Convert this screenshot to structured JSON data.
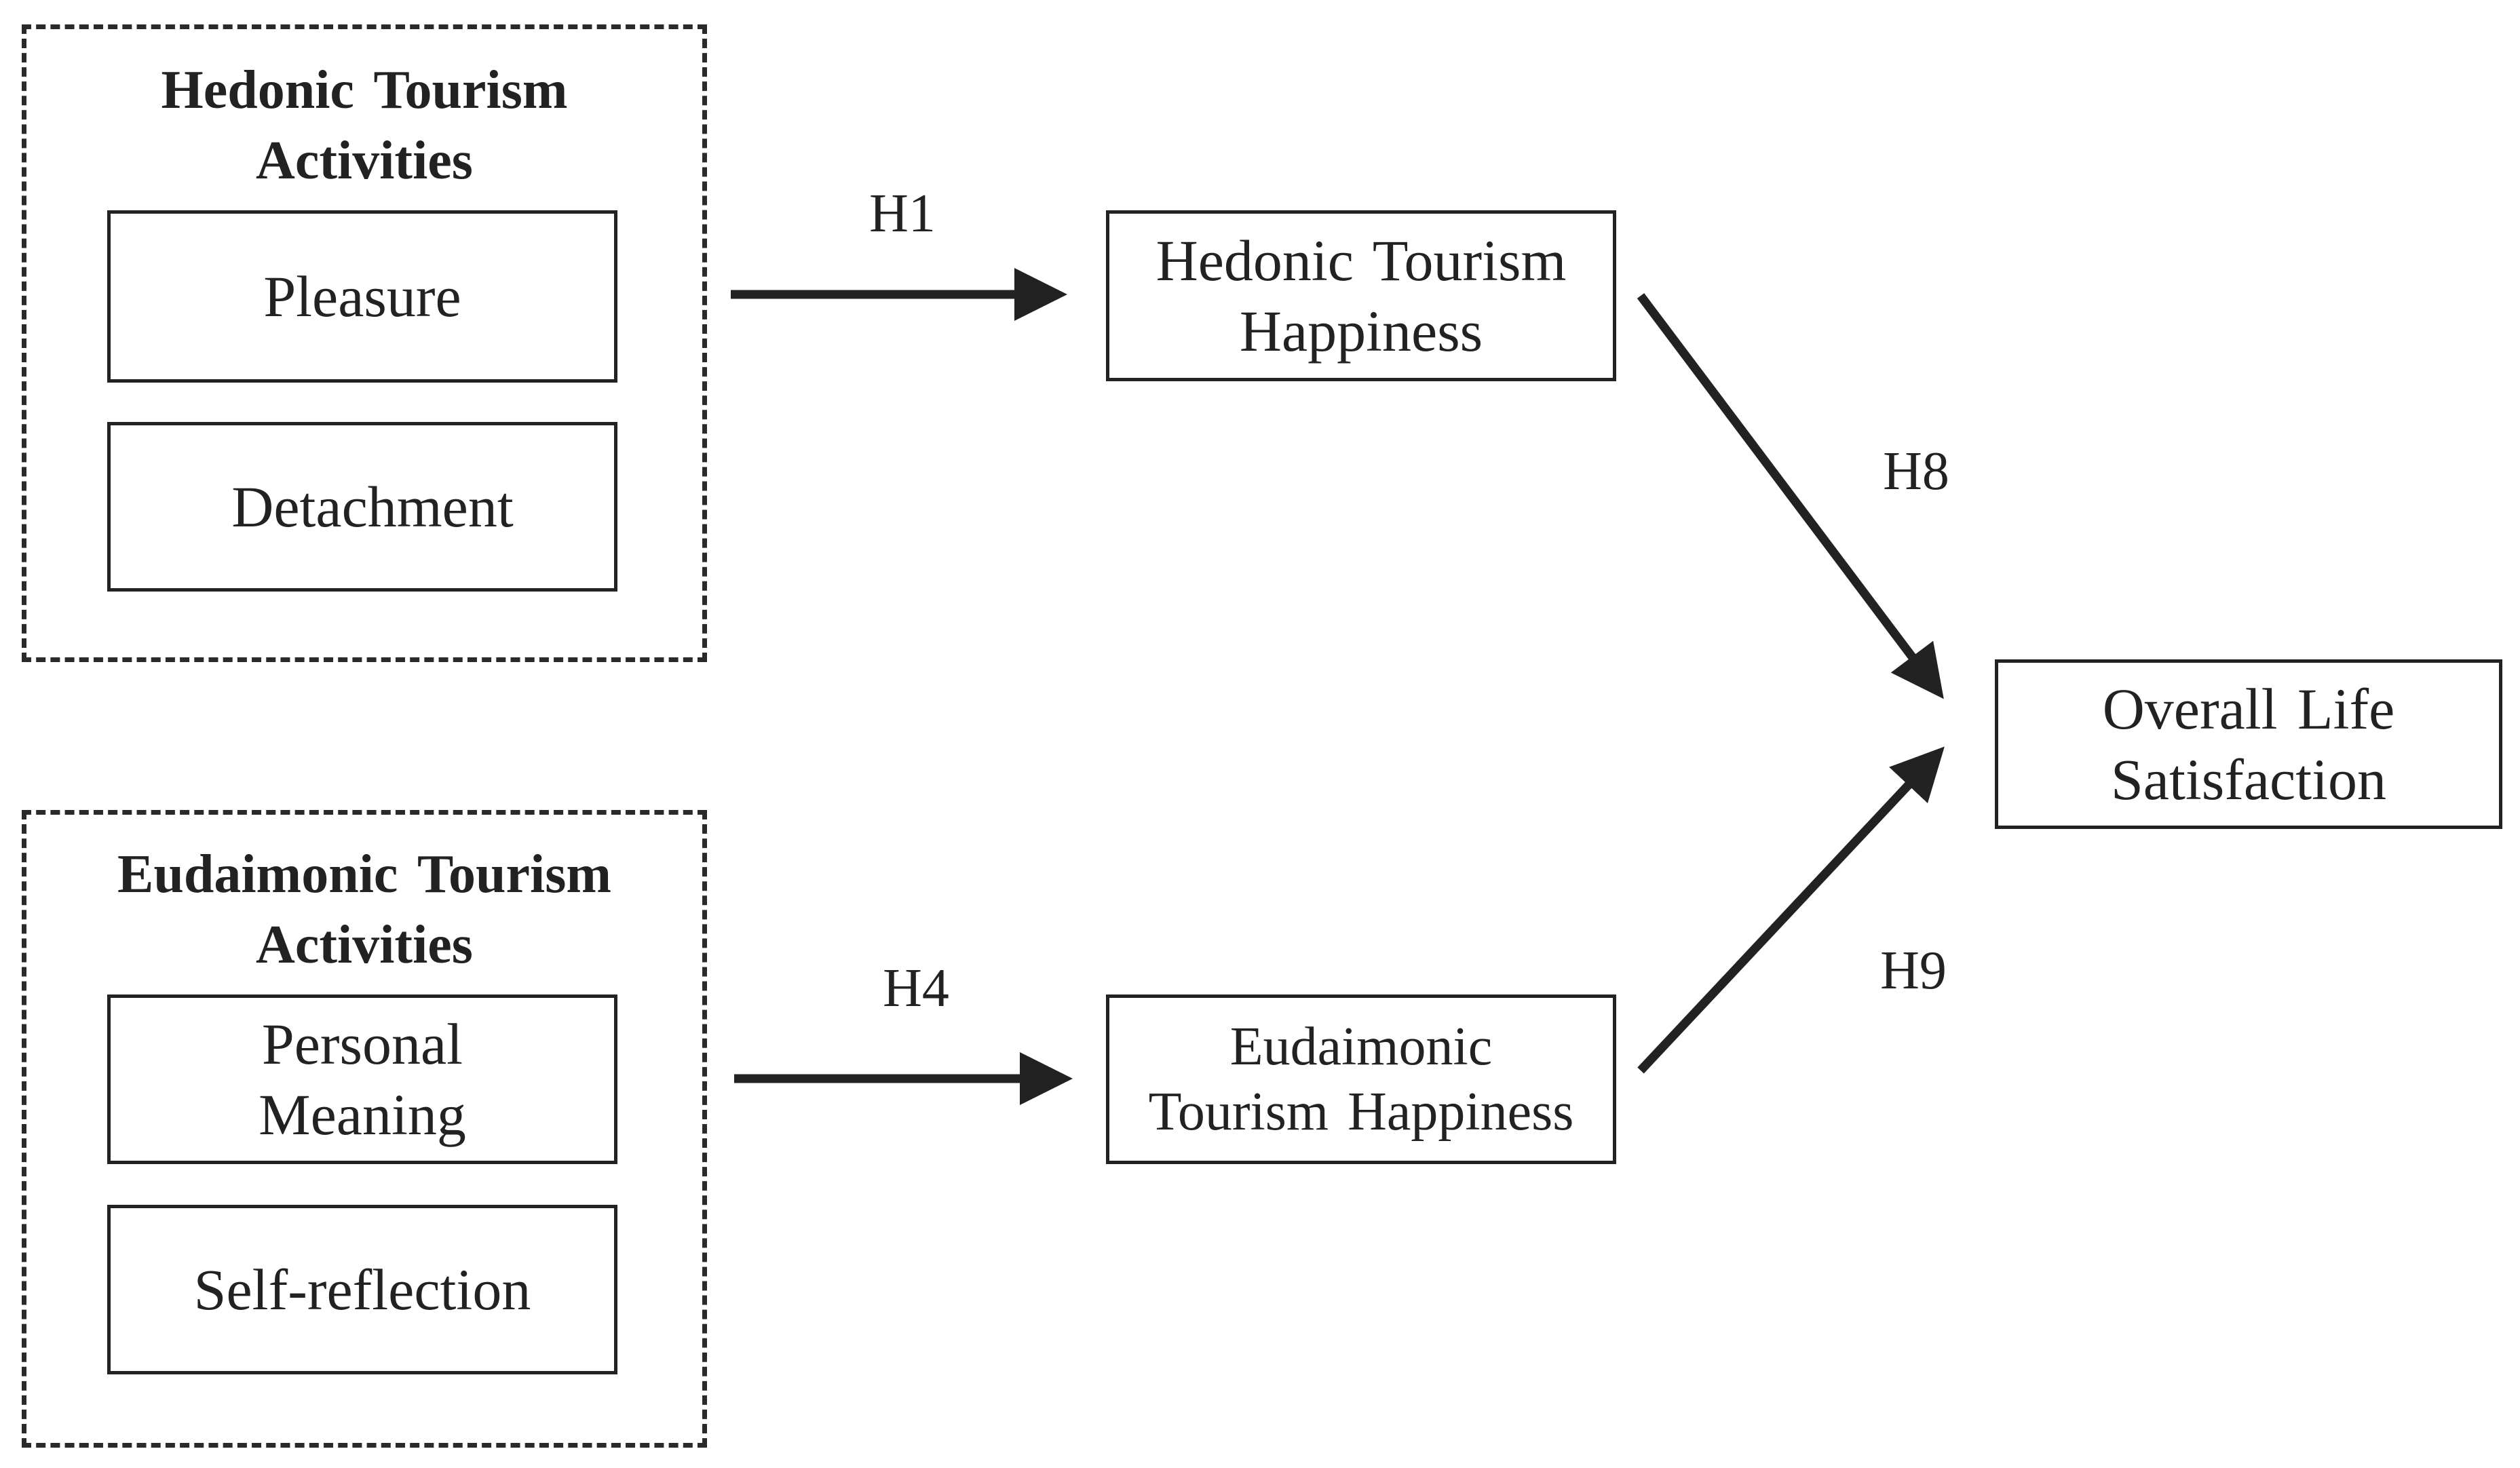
{
  "groups": {
    "hedonic_activities": {
      "title_line1": "Hedonic Tourism",
      "title_line2": "Activities",
      "items": [
        "Pleasure",
        "Detachment"
      ]
    },
    "eudaimonic_activities": {
      "title_line1": "Eudaimonic Tourism",
      "title_line2": "Activities",
      "items": [
        {
          "line1": "Personal",
          "line2": "Meaning"
        },
        {
          "line1": "Self-reflection"
        }
      ]
    }
  },
  "outcomes": {
    "hedonic_happiness": {
      "line1": "Hedonic Tourism",
      "line2": "Happiness"
    },
    "eudaimonic_happiness": {
      "line1": "Eudaimonic",
      "line2": "Tourism Happiness"
    },
    "life_satisfaction": {
      "line1": "Overall Life",
      "line2": "Satisfaction"
    }
  },
  "hypotheses": {
    "h1": "H1",
    "h4": "H4",
    "h8": "H8",
    "h9": "H9"
  },
  "colors": {
    "line": "#222222",
    "border": "#2a2a2a",
    "background": "#ffffff"
  }
}
